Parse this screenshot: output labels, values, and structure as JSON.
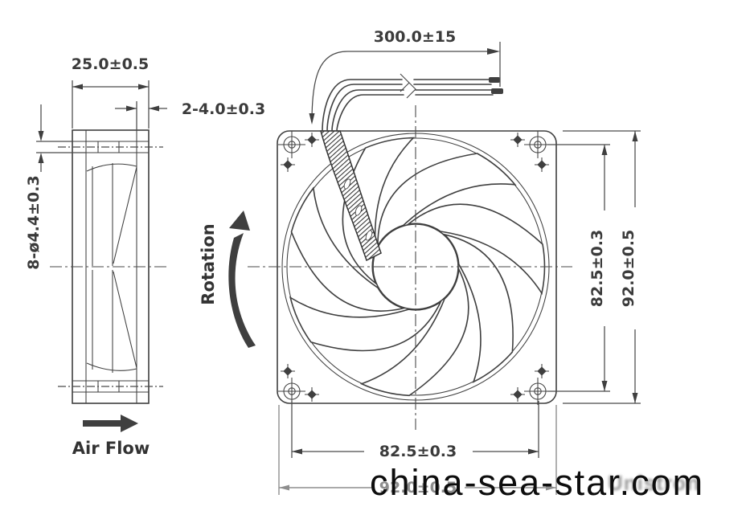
{
  "drawing": {
    "title_semantic": "axial fan dimensional drawing",
    "dims": {
      "side_depth": "25.0±0.5",
      "flange_thickness": "2-4.0±0.3",
      "mounting_holes": "8-ø4.4±0.3",
      "lead_wire_length": "300.0±15",
      "hole_pitch_vertical": "82.5±0.3",
      "frame_height": "92.0±0.5",
      "hole_pitch_horizontal": "82.5±0.3",
      "frame_width": "92.0±0.5"
    },
    "labels": {
      "rotation": "Rotation",
      "airflow": "Air Flow"
    },
    "watermark": {
      "site": "china-sea-star.com",
      "brand_faint": "Unistron"
    },
    "colors": {
      "line": "#3f3f3f",
      "dimension": "#4a4a4a",
      "dimension_gray": "#8e8e8e",
      "text": "#3b3b3b",
      "watermark": "#0d0d0d",
      "watermark_faint": "#9a9a9a",
      "background": "#ffffff"
    }
  }
}
